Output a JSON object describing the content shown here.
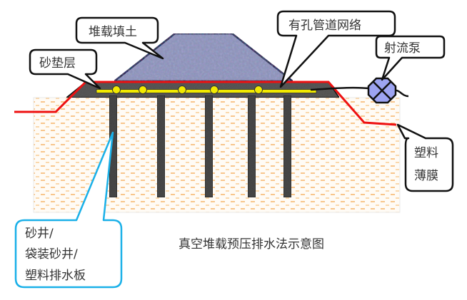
{
  "diagram": {
    "title": "真空堆载预压排水法示意图",
    "colors": {
      "soil_dash": "#f5a54a",
      "soil_bg": "#fffaf3",
      "fill_soil": "#8a8fb0",
      "sand_cushion": "#555555",
      "drain": "#4a4a4a",
      "film": "#ee1111",
      "pipe": "#f2ea00",
      "pump": "#9da4f2",
      "callout_border": "#111111",
      "drain_callout_border": "#1ab0e8"
    },
    "labels": {
      "fill": "堆载填土",
      "sand_cushion": "砂垫层",
      "pipe_network": "有孔管道网络",
      "jet_pump": "射流泵",
      "film_line1": "塑料",
      "film_line2": "薄膜",
      "drain_line1": "砂井/",
      "drain_line2": "袋装砂井/",
      "drain_line3": "塑料排水板"
    },
    "components": {
      "vertical_drains_count": 5,
      "pipe_nodes_count": 5
    }
  }
}
